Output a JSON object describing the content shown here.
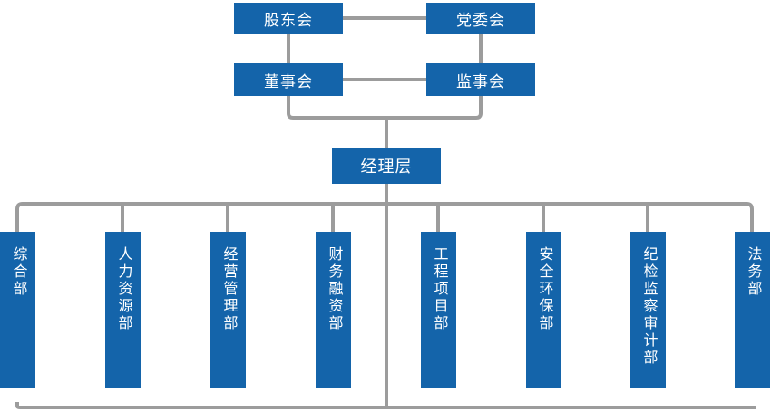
{
  "diagram": {
    "type": "org-chart",
    "governance": {
      "row1": [
        "股东会",
        "党委会"
      ],
      "row2": [
        "董事会",
        "监事会"
      ],
      "management": "经理层"
    },
    "departments": [
      "综合部",
      "人力资源部",
      "经营管理部",
      "财务融资部",
      "工程项目部",
      "安全环保部",
      "纪检监察审计部",
      "法务部"
    ],
    "hierarchy_note": "row1 boxes link to row2 boxes; row2 converges to management; management branches to 8 departments",
    "colors": {
      "box_blue": "#1464aa",
      "line_gray": "#9c9c9c",
      "text_white": "#ffffff",
      "background": "#ffffff"
    }
  }
}
